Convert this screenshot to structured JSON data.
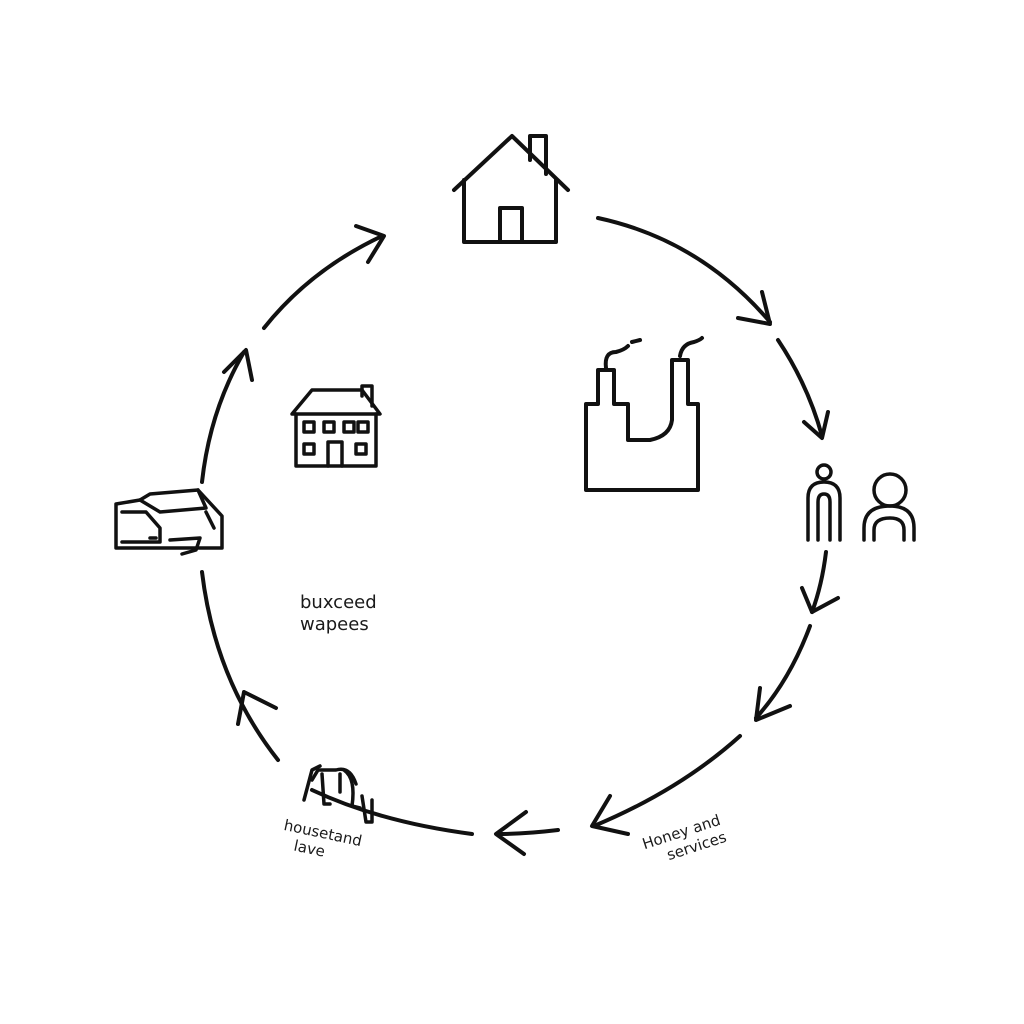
{
  "diagram": {
    "stroke_color": "#111111",
    "background": "#ffffff",
    "labels": {
      "center_line1": "buxceed",
      "center_line2": "wapees",
      "bottom_left_line1": "housetand",
      "bottom_left_line2": "lave",
      "bottom_right_line1": "Honey and",
      "bottom_right_line2": "services"
    },
    "icons": [
      "house-icon",
      "factory-icon",
      "people-icon",
      "pipe-icon",
      "machine-icon",
      "building-icon"
    ]
  }
}
